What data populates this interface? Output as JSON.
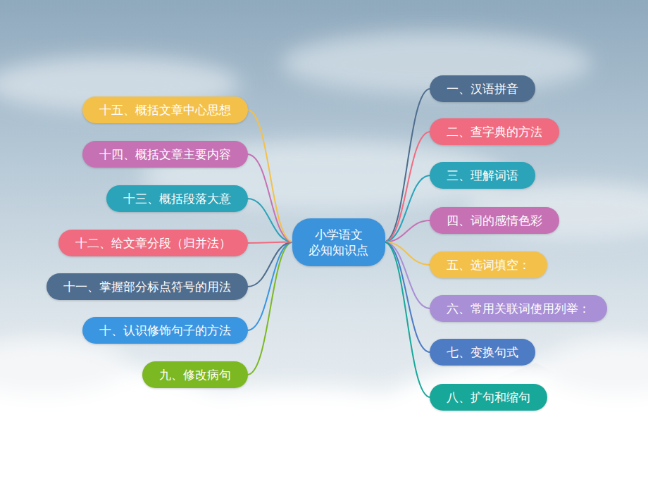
{
  "diagram": {
    "nodes": [
      {
        "text": [
          "小学语文 必知知识点"
        ]
      },
      {
        "text": [
          "一、汉语拼音"
        ]
      },
      {
        "text": [
          "二、查字典的方法"
        ]
      },
      {
        "text": [
          "三、理解词语"
        ]
      },
      {
        "text": [
          "四、词的感情色彩"
        ]
      },
      {
        "text": [
          "五、选词填空："
        ]
      },
      {
        "text": [
          "六、常用关联词使用列举："
        ]
      },
      {
        "text": [
          "七、变换句式"
        ]
      },
      {
        "text": [
          "八、扩句和缩句"
        ]
      },
      {
        "text": [
          "九、修改病句"
        ]
      },
      {
        "text": [
          "十、认识修饰句子的方法"
        ]
      },
      {
        "text": [
          "十一、掌握部分标点符号的用法"
        ]
      },
      {
        "text": [
          "十二、给文章分段（归并法）"
        ]
      },
      {
        "text": [
          "十三、概括段落大意"
        ]
      },
      {
        "text": [
          "十四、概括文章主要内容"
        ]
      },
      {
        "text": [
          "十五、概括文章中心思想"
        ]
      }
    ],
    "edges": [
      {
        "from": 0,
        "to": 1,
        "arrow": "none"
      },
      {
        "from": 0,
        "to": 2,
        "arrow": "none"
      },
      {
        "from": 0,
        "to": 3,
        "arrow": "none"
      },
      {
        "from": 0,
        "to": 4,
        "arrow": "none"
      },
      {
        "from": 0,
        "to": 5,
        "arrow": "none"
      },
      {
        "from": 0,
        "to": 6,
        "arrow": "none"
      },
      {
        "from": 0,
        "to": 7,
        "arrow": "none"
      },
      {
        "from": 0,
        "to": 8,
        "arrow": "none"
      },
      {
        "from": 0,
        "to": 9,
        "arrow": "none"
      },
      {
        "from": 0,
        "to": 10,
        "arrow": "none"
      },
      {
        "from": 0,
        "to": 11,
        "arrow": "none"
      },
      {
        "from": 0,
        "to": 12,
        "arrow": "none"
      },
      {
        "from": 0,
        "to": 13,
        "arrow": "none"
      },
      {
        "from": 0,
        "to": 14,
        "arrow": "none"
      },
      {
        "from": 0,
        "to": 15,
        "arrow": "none"
      }
    ]
  }
}
